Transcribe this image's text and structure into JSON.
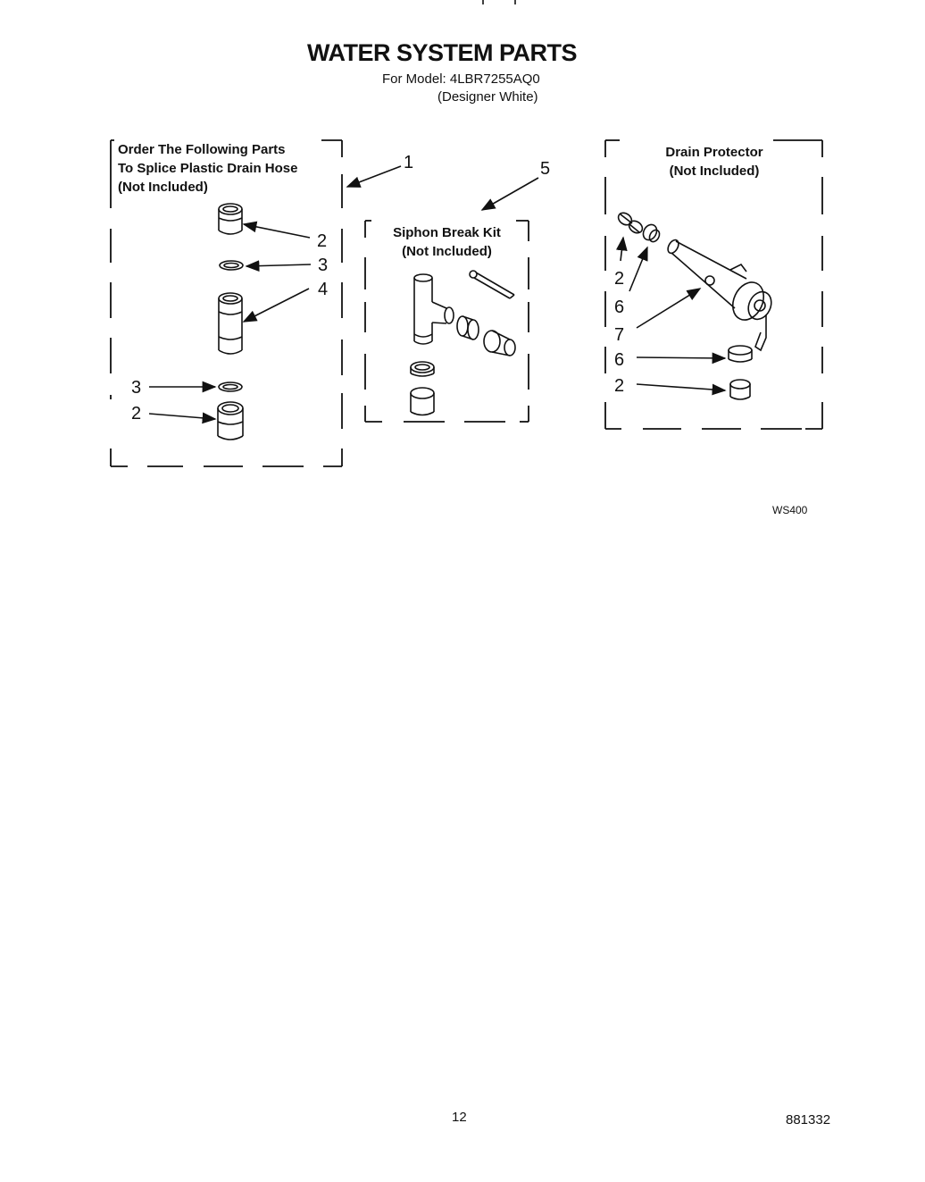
{
  "page": {
    "title": "WATER SYSTEM PARTS",
    "model_line": "For Model: 4LBR7255AQ0",
    "color_line": "(Designer White)",
    "figure_code": "WS400",
    "page_number": "12",
    "doc_number": "881332"
  },
  "splice_box": {
    "line1": "Order The Following Parts",
    "line2": "To Splice Plastic Drain Hose",
    "line3": "(Not Included)",
    "callout": "1",
    "parts": [
      "2",
      "3",
      "4",
      "3",
      "2"
    ]
  },
  "siphon_box": {
    "line1": "Siphon Break Kit",
    "line2": "(Not Included)",
    "callout": "5"
  },
  "drain_box": {
    "line1": "Drain Protector",
    "line2": "(Not Included)",
    "parts": [
      "2",
      "6",
      "7",
      "6",
      "2"
    ]
  }
}
